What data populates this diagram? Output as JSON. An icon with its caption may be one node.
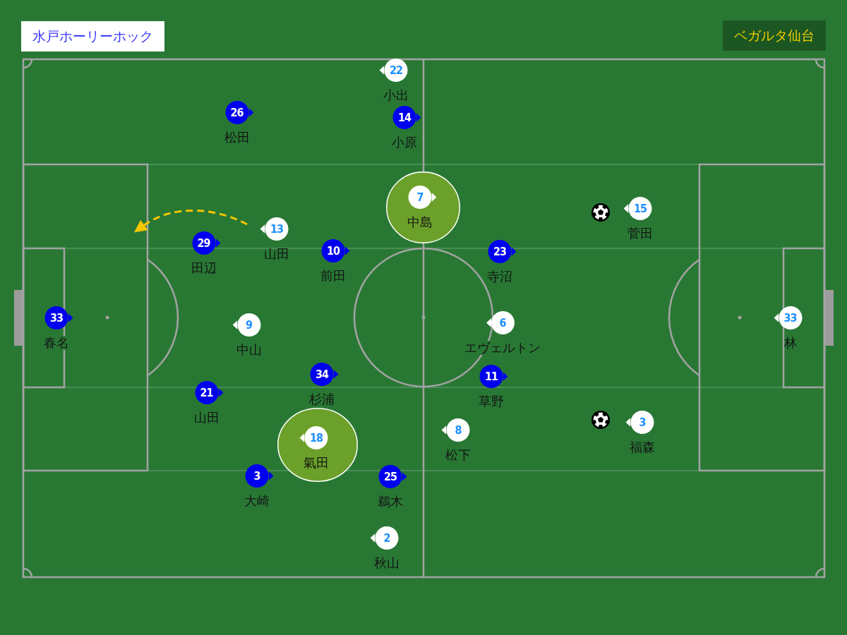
{
  "diagram": {
    "nodes": [
      {
        "text": [
          "22",
          "小出"
        ]
      },
      {
        "text": [
          "26",
          "松田"
        ]
      },
      {
        "text": [
          "14",
          "小原"
        ]
      },
      {
        "text": [],
        "shape": "circle"
      },
      {
        "text": [
          "7",
          "中島"
        ],
        "in": 3
      },
      {
        "text": [
          "15",
          "菅田"
        ]
      },
      {
        "text": [
          "13",
          "山田"
        ]
      },
      {
        "text": [
          "29",
          "田辺"
        ]
      },
      {
        "text": [
          "10",
          "前田"
        ]
      },
      {
        "text": [
          "23",
          "寺沼"
        ]
      },
      {
        "text": [
          "33",
          "春名"
        ]
      },
      {
        "text": [
          "33",
          "林"
        ]
      },
      {
        "text": [
          "6",
          "エヴェルトン"
        ]
      },
      {
        "text": [
          "9",
          "中山"
        ]
      },
      {
        "text": [
          "34",
          "杉浦"
        ]
      },
      {
        "text": [
          "11",
          "草野"
        ]
      },
      {
        "text": [
          "21",
          "山田"
        ]
      },
      {
        "text": [
          "3",
          "福森"
        ]
      },
      {
        "text": [
          "8",
          "松下"
        ]
      },
      {
        "text": [],
        "shape": "circle"
      },
      {
        "text": [
          "18",
          "氣田"
        ],
        "in": 19
      },
      {
        "text": [
          "3",
          "大崎"
        ]
      },
      {
        "text": [
          "25",
          "鵜木"
        ]
      },
      {
        "text": [
          "2",
          "秋山"
        ]
      }
    ],
    "labels": [
      "水戸ホーリーホック",
      "ベガルタ仙台"
    ]
  }
}
